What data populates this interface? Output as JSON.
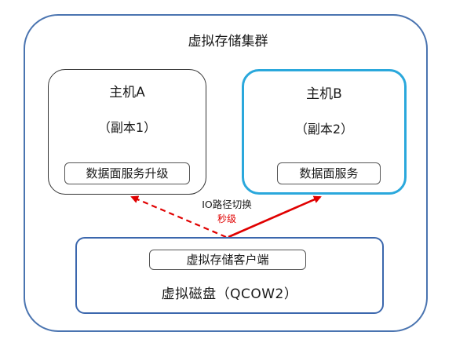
{
  "cluster": {
    "title": "虚拟存储集群"
  },
  "host_a": {
    "name": "主机A",
    "replica": "（副本1）",
    "service": "数据面服务升级"
  },
  "host_b": {
    "name": "主机B",
    "replica": "（副本2）",
    "service": "数据面服务"
  },
  "io_switch": {
    "label": "IO路径切换",
    "timing": "秒级"
  },
  "client": {
    "label": "虚拟存储客户端",
    "disk": "虚拟磁盘（QCOW2）"
  },
  "colors": {
    "outer_border": "#4a74b0",
    "host_b_border": "#2aa8dc",
    "client_border": "#3b67ad",
    "arrow": "#e00000"
  }
}
